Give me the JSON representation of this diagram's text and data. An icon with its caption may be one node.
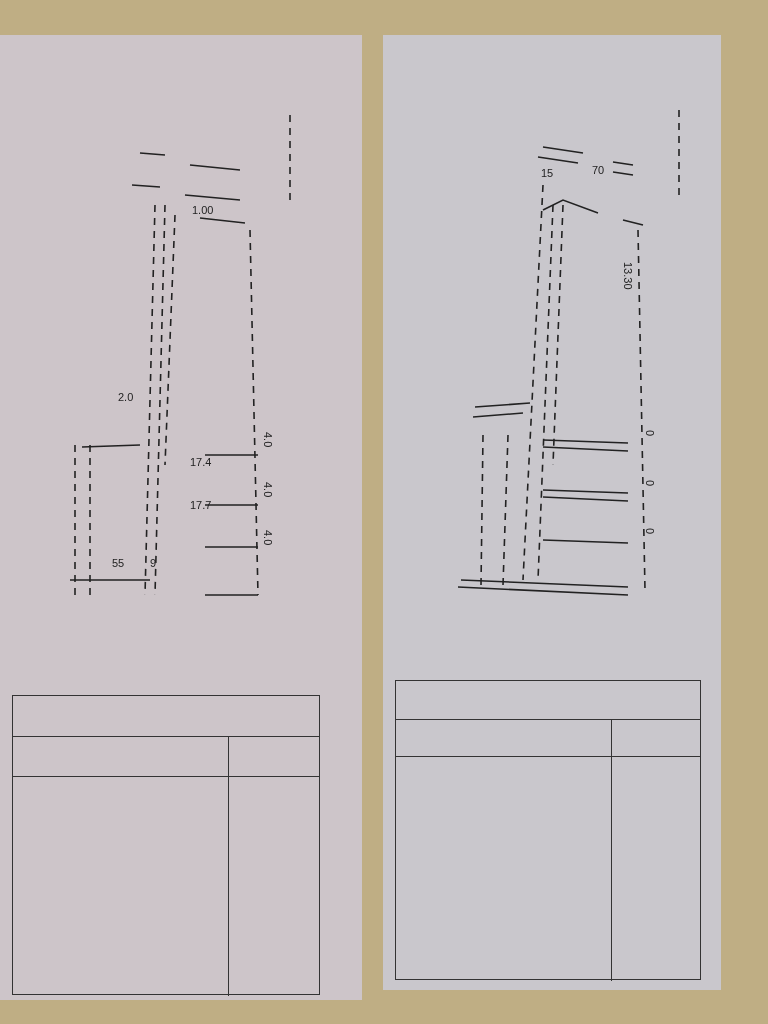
{
  "diagram": {
    "labels": [
      "1.00",
      "2.0",
      "17.4",
      "4.0",
      "17.7",
      "4.0",
      "4.0",
      "55",
      "9",
      "15",
      "70",
      "13.30",
      "0",
      "0",
      "0"
    ]
  }
}
